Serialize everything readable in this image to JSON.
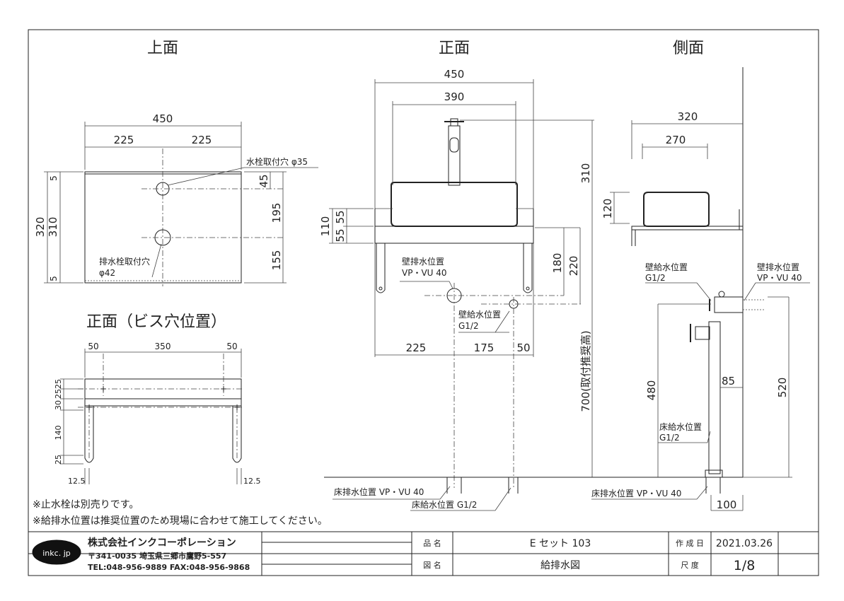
{
  "views": {
    "top_title": "上面",
    "front_title": "正面",
    "side_title": "側面",
    "screw_title": "正面（ビス穴位置）"
  },
  "top_view": {
    "w450": "450",
    "w225a": "225",
    "w225b": "225",
    "h320": "320",
    "h310": "310",
    "h5a": "5",
    "h5b": "5",
    "d45": "45",
    "d195": "195",
    "d155": "155",
    "faucet_hole": "水栓取付穴 φ35",
    "drain_hole_1": "排水栓取付穴",
    "drain_hole_2": "φ42"
  },
  "front_view": {
    "w450": "450",
    "w390": "390",
    "h310": "310",
    "h110": "110",
    "h55a": "55",
    "h55b": "55",
    "h180": "180",
    "h220": "220",
    "h700": "700(取付推奨高)",
    "b225": "225",
    "b175": "175",
    "b50": "50",
    "wall_drain_1": "壁排水位置",
    "wall_drain_2": "VP・VU 40",
    "wall_supply_1": "壁給水位置",
    "wall_supply_2": "G1/2",
    "floor_drain": "床排水位置 VP・VU 40",
    "floor_supply": "床給水位置 G1/2"
  },
  "side_view": {
    "w320": "320",
    "w270": "270",
    "h120": "120",
    "h480": "480",
    "h520": "520",
    "d85": "85",
    "d100": "100",
    "wall_supply_1": "壁給水位置",
    "wall_supply_2": "G1/2",
    "wall_drain_1": "壁排水位置",
    "wall_drain_2": "VP・VU 40",
    "floor_supply_1": "床給水位置",
    "floor_supply_2": "G1/2",
    "floor_drain": "床排水位置 VP・VU 40"
  },
  "screw_view": {
    "w50a": "50",
    "w350": "350",
    "w50b": "50",
    "h25a": "25",
    "h25b": "25",
    "h30": "30",
    "h140": "140",
    "h25c": "25",
    "l125": "12.5",
    "r125": "12.5"
  },
  "notes": {
    "n1": "※止水栓は別売りです。",
    "n2": "※給排水位置は推奨位置のため現場に合わせて施工してください。"
  },
  "title_block": {
    "logo": "inkc. jp",
    "company": "株式会社インクコーポレーション",
    "address": "〒341-0035 埼玉県三郷市鷹野5-557",
    "tel": "TEL:048-956-9889 FAX:048-956-9868",
    "hinmei_label": "品 名",
    "hinmei": "E セット 103",
    "zumei_label": "図 名",
    "zumei": "給排水図",
    "date_label": "作 成 日",
    "date": "2021.03.26",
    "scale_label": "尺 度",
    "scale": "1/8"
  }
}
